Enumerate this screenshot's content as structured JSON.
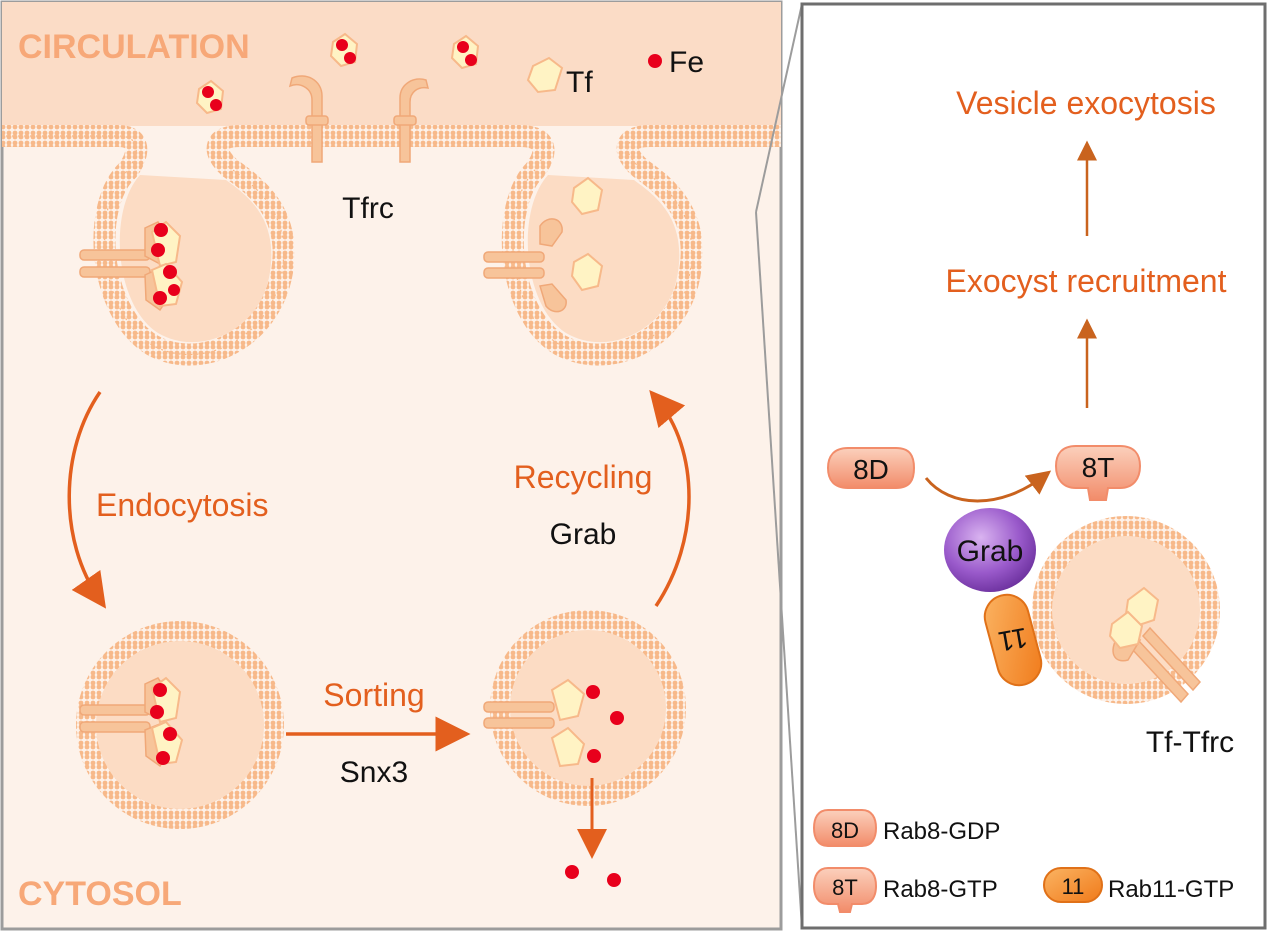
{
  "left_panel": {
    "region_top": "CIRCULATION",
    "region_bottom": "CYTOSOL",
    "legend_tf": "Tf",
    "legend_fe": "Fe",
    "receptor_label": "Tfrc",
    "step_endocytosis": "Endocytosis",
    "step_sorting": "Sorting",
    "sorting_factor": "Snx3",
    "step_recycling": "Recycling",
    "recycling_factor": "Grab"
  },
  "right_panel": {
    "top_step": "Vesicle exocytosis",
    "middle_step": "Exocyst recruitment",
    "rab8_gdp_short": "8D",
    "rab8_gtp_short": "8T",
    "grab_label": "Grab",
    "rab11_short": "11",
    "cargo_label": "Tf-Tfrc",
    "legend": [
      {
        "key": "8D",
        "label": "Rab8-GDP"
      },
      {
        "key": "8T",
        "label": "Rab8-GTP"
      },
      {
        "key": "11",
        "label": "Rab11-GTP"
      }
    ]
  },
  "colors": {
    "accent": "#e35f1e",
    "panel_bg": "#fdf2ea",
    "circulation_bg": "#fbdcc6",
    "membrane": "#f7b98a",
    "vesicle_fill": "#fcdcc4",
    "tf_fill": "#fff3c4",
    "fe": "#e8001c",
    "grab": "#8e4cc0"
  }
}
